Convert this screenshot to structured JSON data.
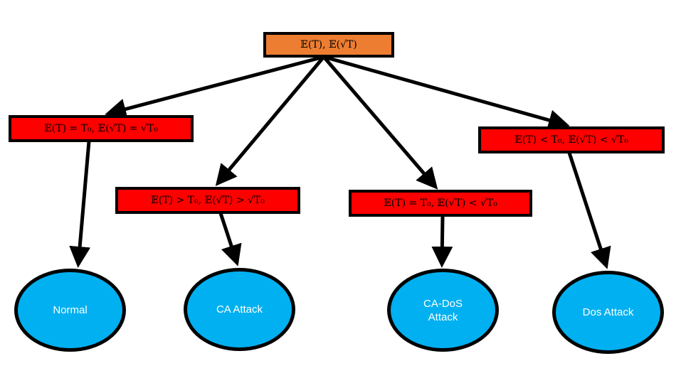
{
  "root": {
    "label": "𝔼(T), 𝔼(√T)",
    "fill": "#ed7d31"
  },
  "conditions": [
    {
      "id": "normal",
      "label": "𝔼(T) = T₀, 𝔼(√T) = √T₀"
    },
    {
      "id": "ca",
      "label": "𝔼(T) > T₀, 𝔼(√T) > √T₀"
    },
    {
      "id": "cados",
      "label": "𝔼(T) = T₀, 𝔼(√T) < √T₀"
    },
    {
      "id": "dos",
      "label": "𝔼(T) < T₀, 𝔼(√T) < √T₀"
    }
  ],
  "outcomes": [
    {
      "id": "normal",
      "label": "Normal"
    },
    {
      "id": "ca",
      "label": "CA Attack"
    },
    {
      "id": "cados",
      "label": "CA-DoS\nAttack"
    },
    {
      "id": "dos",
      "label": "Dos Attack"
    }
  ],
  "colors": {
    "condition_fill": "#ff0000",
    "outcome_fill": "#00b0f0",
    "stroke": "#000000"
  }
}
